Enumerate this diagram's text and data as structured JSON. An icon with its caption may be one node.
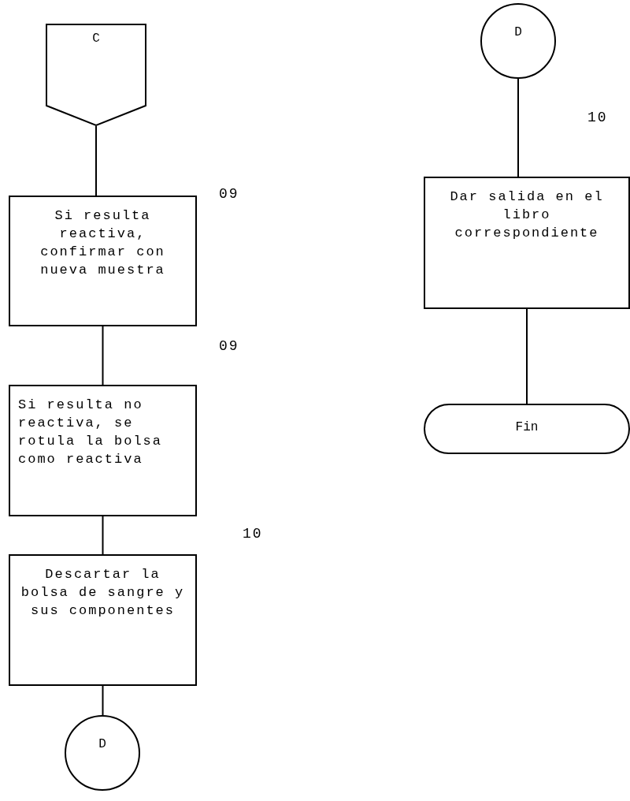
{
  "diagram": {
    "nodes": [
      {
        "text": [
          "C"
        ]
      },
      {
        "text": [
          "Si resulta reactiva, confirmar con nueva muestra"
        ],
        "beside": [
          "09"
        ]
      },
      {
        "text": [
          "Si resulta no reactiva, se rotula la bolsa como reactiva"
        ],
        "beside": [
          "09"
        ]
      },
      {
        "text": [
          "Descartar la bolsa de sangre y sus componentes"
        ],
        "beside": [
          "10"
        ]
      },
      {
        "text": [
          "D"
        ]
      },
      {
        "text": [
          "D"
        ]
      },
      {
        "text": [
          "Dar salida en el libro correspondiente"
        ],
        "beside": [
          "10"
        ]
      },
      {
        "text": [
          "Fin"
        ]
      }
    ],
    "edges": [
      {
        "from": 0,
        "to": 1,
        "arrow": "none"
      },
      {
        "from": 1,
        "to": 2,
        "arrow": "none"
      },
      {
        "from": 2,
        "to": 3,
        "arrow": "none"
      },
      {
        "from": 3,
        "to": 4,
        "arrow": "none"
      },
      {
        "from": 5,
        "to": 6,
        "arrow": "none"
      },
      {
        "from": 6,
        "to": 7,
        "arrow": "none"
      }
    ]
  }
}
